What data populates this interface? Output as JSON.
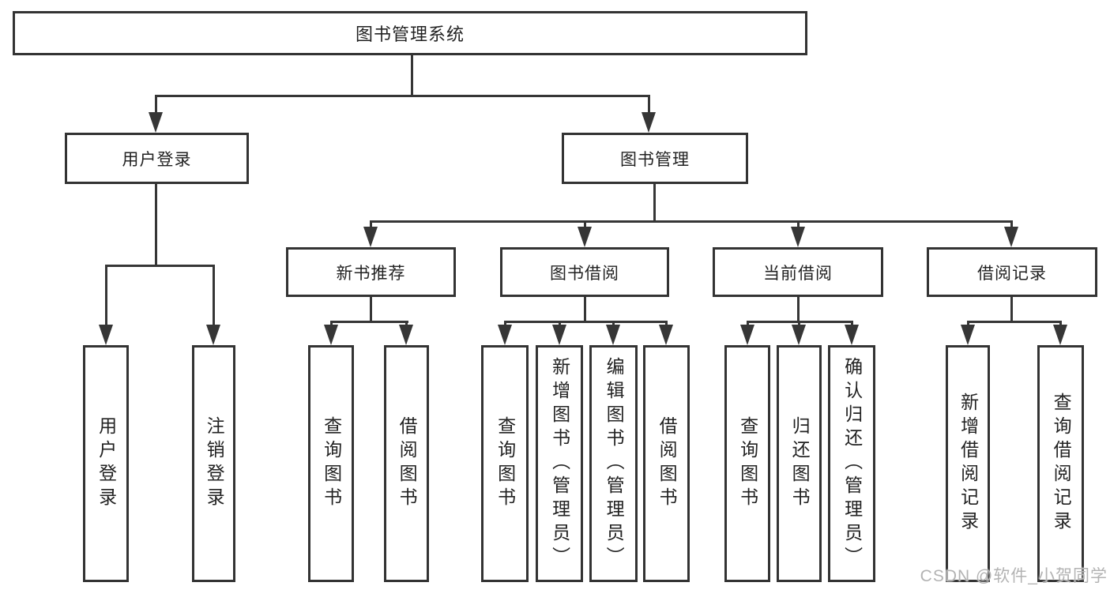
{
  "diagram": {
    "type": "tree",
    "title": "图书管理系统",
    "nodes": {
      "root": "图书管理系统",
      "user_login": "用户登录",
      "book_management": "图书管理",
      "new_book_recommend": "新书推荐",
      "book_borrow": "图书借阅",
      "current_borrow": "当前借阅",
      "borrow_records": "借阅记录",
      "leaf_user_login": "用户登录",
      "leaf_logout": "注销登录",
      "leaf_query_books_recommend": "查询图书",
      "leaf_borrow_books_recommend": "借阅图书",
      "leaf_query_books_borrow": "查询图书",
      "leaf_add_books_admin": "新增图书（管理员）",
      "leaf_edit_books_admin": "编辑图书（管理员）",
      "leaf_borrow_books_borrow": "借阅图书",
      "leaf_query_books_current": "查询图书",
      "leaf_return_books": "归还图书",
      "leaf_confirm_return_admin": "确认归还（管理员）",
      "leaf_add_borrow_record": "新增借阅记录",
      "leaf_query_borrow_record": "查询借阅记录"
    },
    "hierarchy": {
      "图书管理系统": {
        "用户登录": [
          "用户登录",
          "注销登录"
        ],
        "图书管理": {
          "新书推荐": [
            "查询图书",
            "借阅图书"
          ],
          "图书借阅": [
            "查询图书",
            "新增图书（管理员）",
            "编辑图书（管理员）",
            "借阅图书"
          ],
          "当前借阅": [
            "查询图书",
            "归还图书",
            "确认归还（管理员）"
          ],
          "借阅记录": [
            "新增借阅记录",
            "查询借阅记录"
          ]
        }
      }
    }
  },
  "watermark": "CSDN @软件_小贺同学",
  "colors": {
    "line": "#363636",
    "box_border": "#333333",
    "text": "#222222",
    "watermark": "#b3b3b3",
    "background": "#ffffff"
  }
}
